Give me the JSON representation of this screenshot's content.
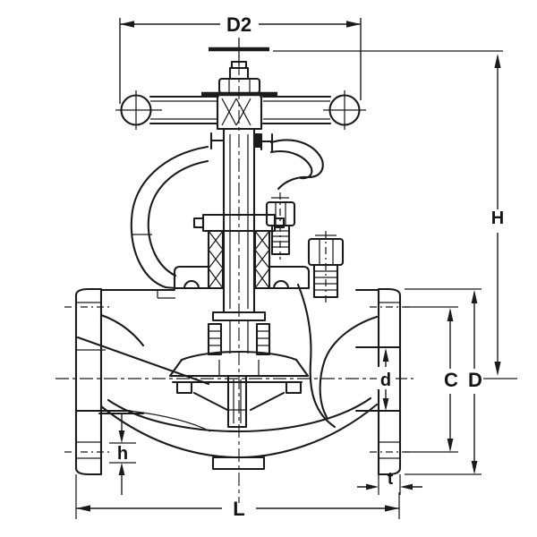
{
  "colors": {
    "line": "#1b1b1b",
    "background": "#ffffff"
  },
  "dimensions": {
    "d2": {
      "label": "D2"
    },
    "height_total": {
      "label": "H"
    },
    "bolt_circle": {
      "label": "C"
    },
    "flange_diameter": {
      "label": "D"
    },
    "bore_diameter": {
      "label": "d"
    },
    "hub_height": {
      "label": "h"
    },
    "flange_thickness": {
      "label": "t"
    },
    "face_to_face": {
      "label": "L"
    }
  }
}
